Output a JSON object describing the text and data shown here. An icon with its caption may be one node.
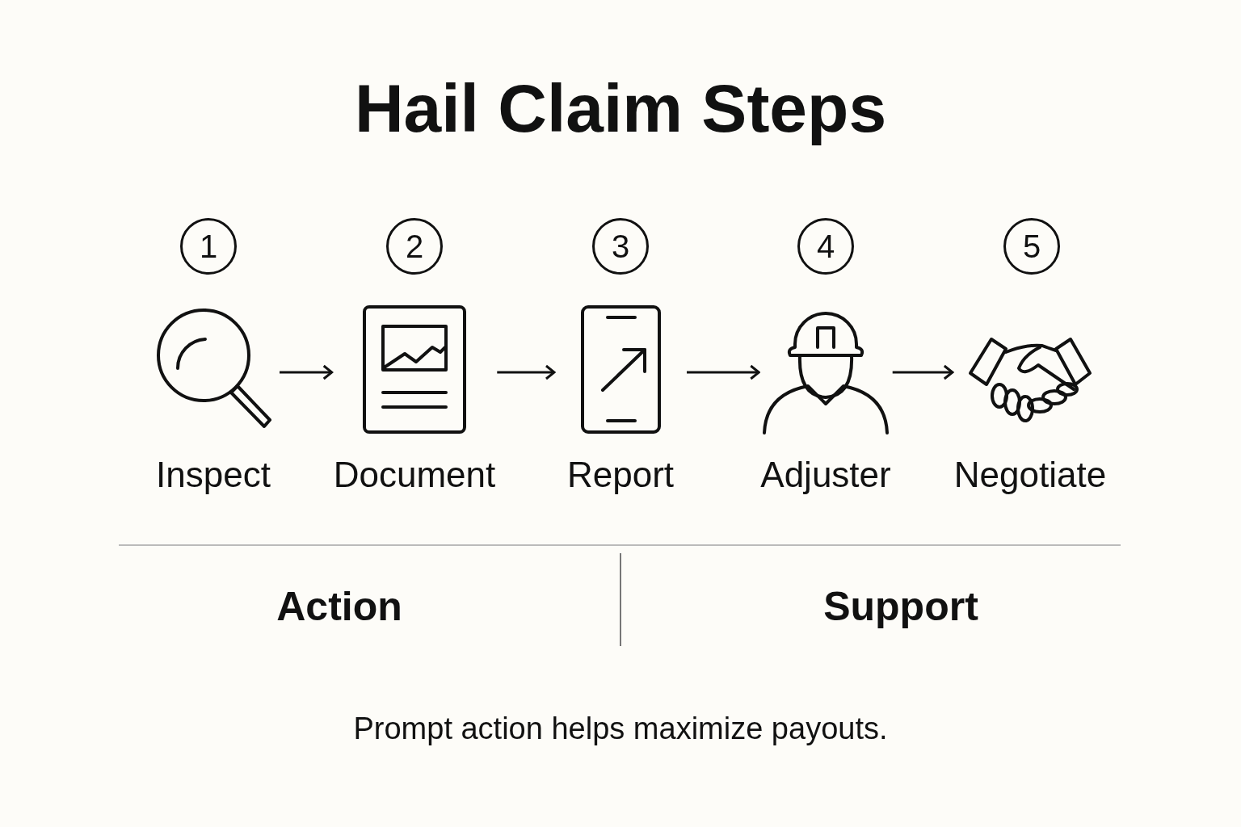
{
  "diagram": {
    "title": "Hail Claim Steps",
    "caption": "Prompt action helps maximize payouts.",
    "nodes": [
      {
        "text": [
          "1"
        ]
      },
      {
        "text": [
          "2"
        ]
      },
      {
        "text": [
          "3"
        ]
      },
      {
        "text": [
          "4"
        ]
      },
      {
        "text": [
          "5"
        ]
      },
      {
        "text": [
          "Inspect"
        ]
      },
      {
        "text": [
          "Document"
        ]
      },
      {
        "text": [
          "Report"
        ]
      },
      {
        "text": [
          "Adjuster"
        ]
      },
      {
        "text": [
          "Negotiate"
        ]
      }
    ],
    "edges": [
      {
        "from": 5,
        "to": 6,
        "arrow": "to"
      },
      {
        "from": 6,
        "to": 7,
        "arrow": "to"
      },
      {
        "from": 7,
        "to": 8,
        "arrow": "to"
      },
      {
        "from": 8,
        "to": 9,
        "arrow": "to"
      }
    ],
    "labels": [
      "Action",
      "Support"
    ]
  }
}
